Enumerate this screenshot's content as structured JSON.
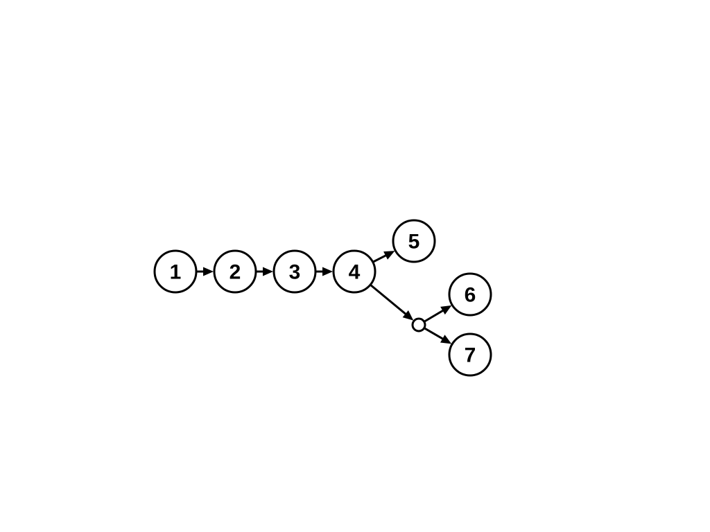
{
  "diagram": {
    "nodes": [
      {
        "id": "n1",
        "label": "1"
      },
      {
        "id": "n2",
        "label": "2"
      },
      {
        "id": "n3",
        "label": "3"
      },
      {
        "id": "n4",
        "label": "4"
      },
      {
        "id": "n5",
        "label": "5"
      },
      {
        "id": "n6",
        "label": "6"
      },
      {
        "id": "n7",
        "label": "7"
      }
    ],
    "junctions": [
      {
        "id": "j1"
      }
    ],
    "edges": [
      {
        "from": "n1",
        "to": "n2"
      },
      {
        "from": "n2",
        "to": "n3"
      },
      {
        "from": "n3",
        "to": "n4"
      },
      {
        "from": "n4",
        "to": "n5"
      },
      {
        "from": "n4",
        "to": "j1"
      },
      {
        "from": "j1",
        "to": "n6"
      },
      {
        "from": "j1",
        "to": "n7"
      }
    ],
    "colors": {
      "stroke": "#000000",
      "fill": "#ffffff",
      "background": "#ffffff"
    }
  }
}
